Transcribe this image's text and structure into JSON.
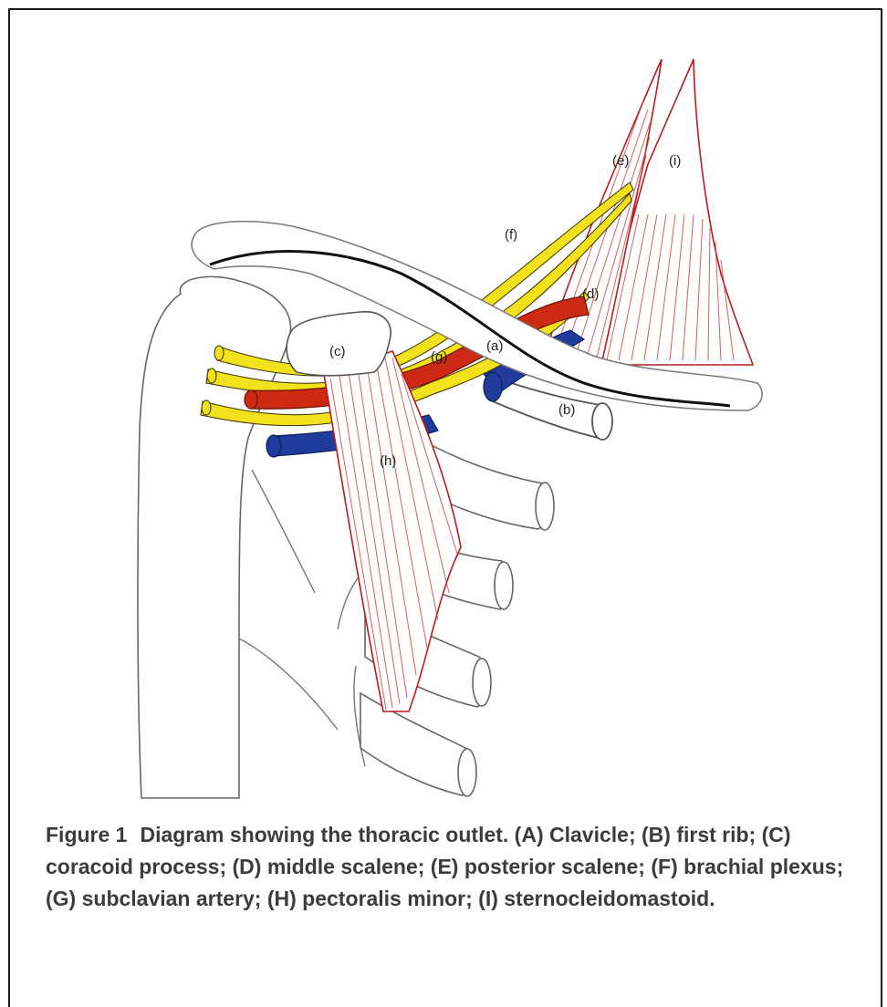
{
  "labels": {
    "a": "(a)",
    "b": "(b)",
    "c": "(c)",
    "d": "(d)",
    "e": "(e)",
    "f": "(f)",
    "g": "(g)",
    "h": "(h)",
    "i": "(i)"
  },
  "caption": {
    "figure_number": "Figure 1",
    "text": "Diagram showing the thoracic outlet. (A) Clavicle; (B) first rib; (C) coracoid process; (D) middle scalene; (E) posterior scalene; (F) brachial plexus; (G) subclavian artery; (H) pectoralis minor; (I) sternocleidomastoid."
  },
  "colors": {
    "outline": "#555555",
    "muscle": "#b81c1c",
    "nerve": "#f2e21e",
    "artery": "#cc2a12",
    "vein": "#1f3c9c",
    "caption_text": "#3c3c3c"
  }
}
